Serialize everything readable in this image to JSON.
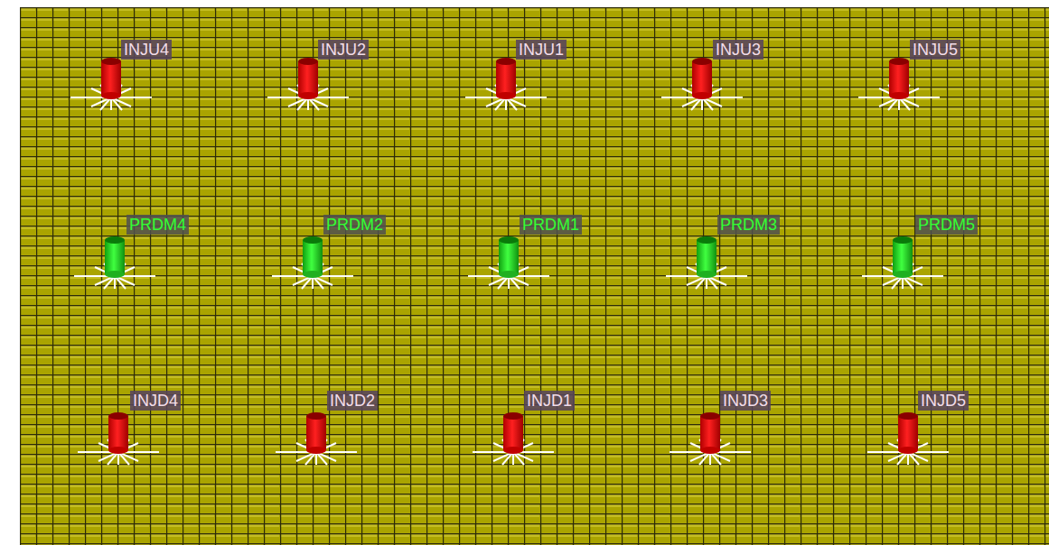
{
  "diagram": {
    "labels": [
      "INJU4",
      "INJU2",
      "INJU1",
      "INJU3",
      "INJU5",
      "PRDM4",
      "PRDM2",
      "PRDM1",
      "PRDM3",
      "PRDM5",
      "INJD4",
      "INJD2",
      "INJD1",
      "INJD3",
      "INJD5"
    ]
  }
}
